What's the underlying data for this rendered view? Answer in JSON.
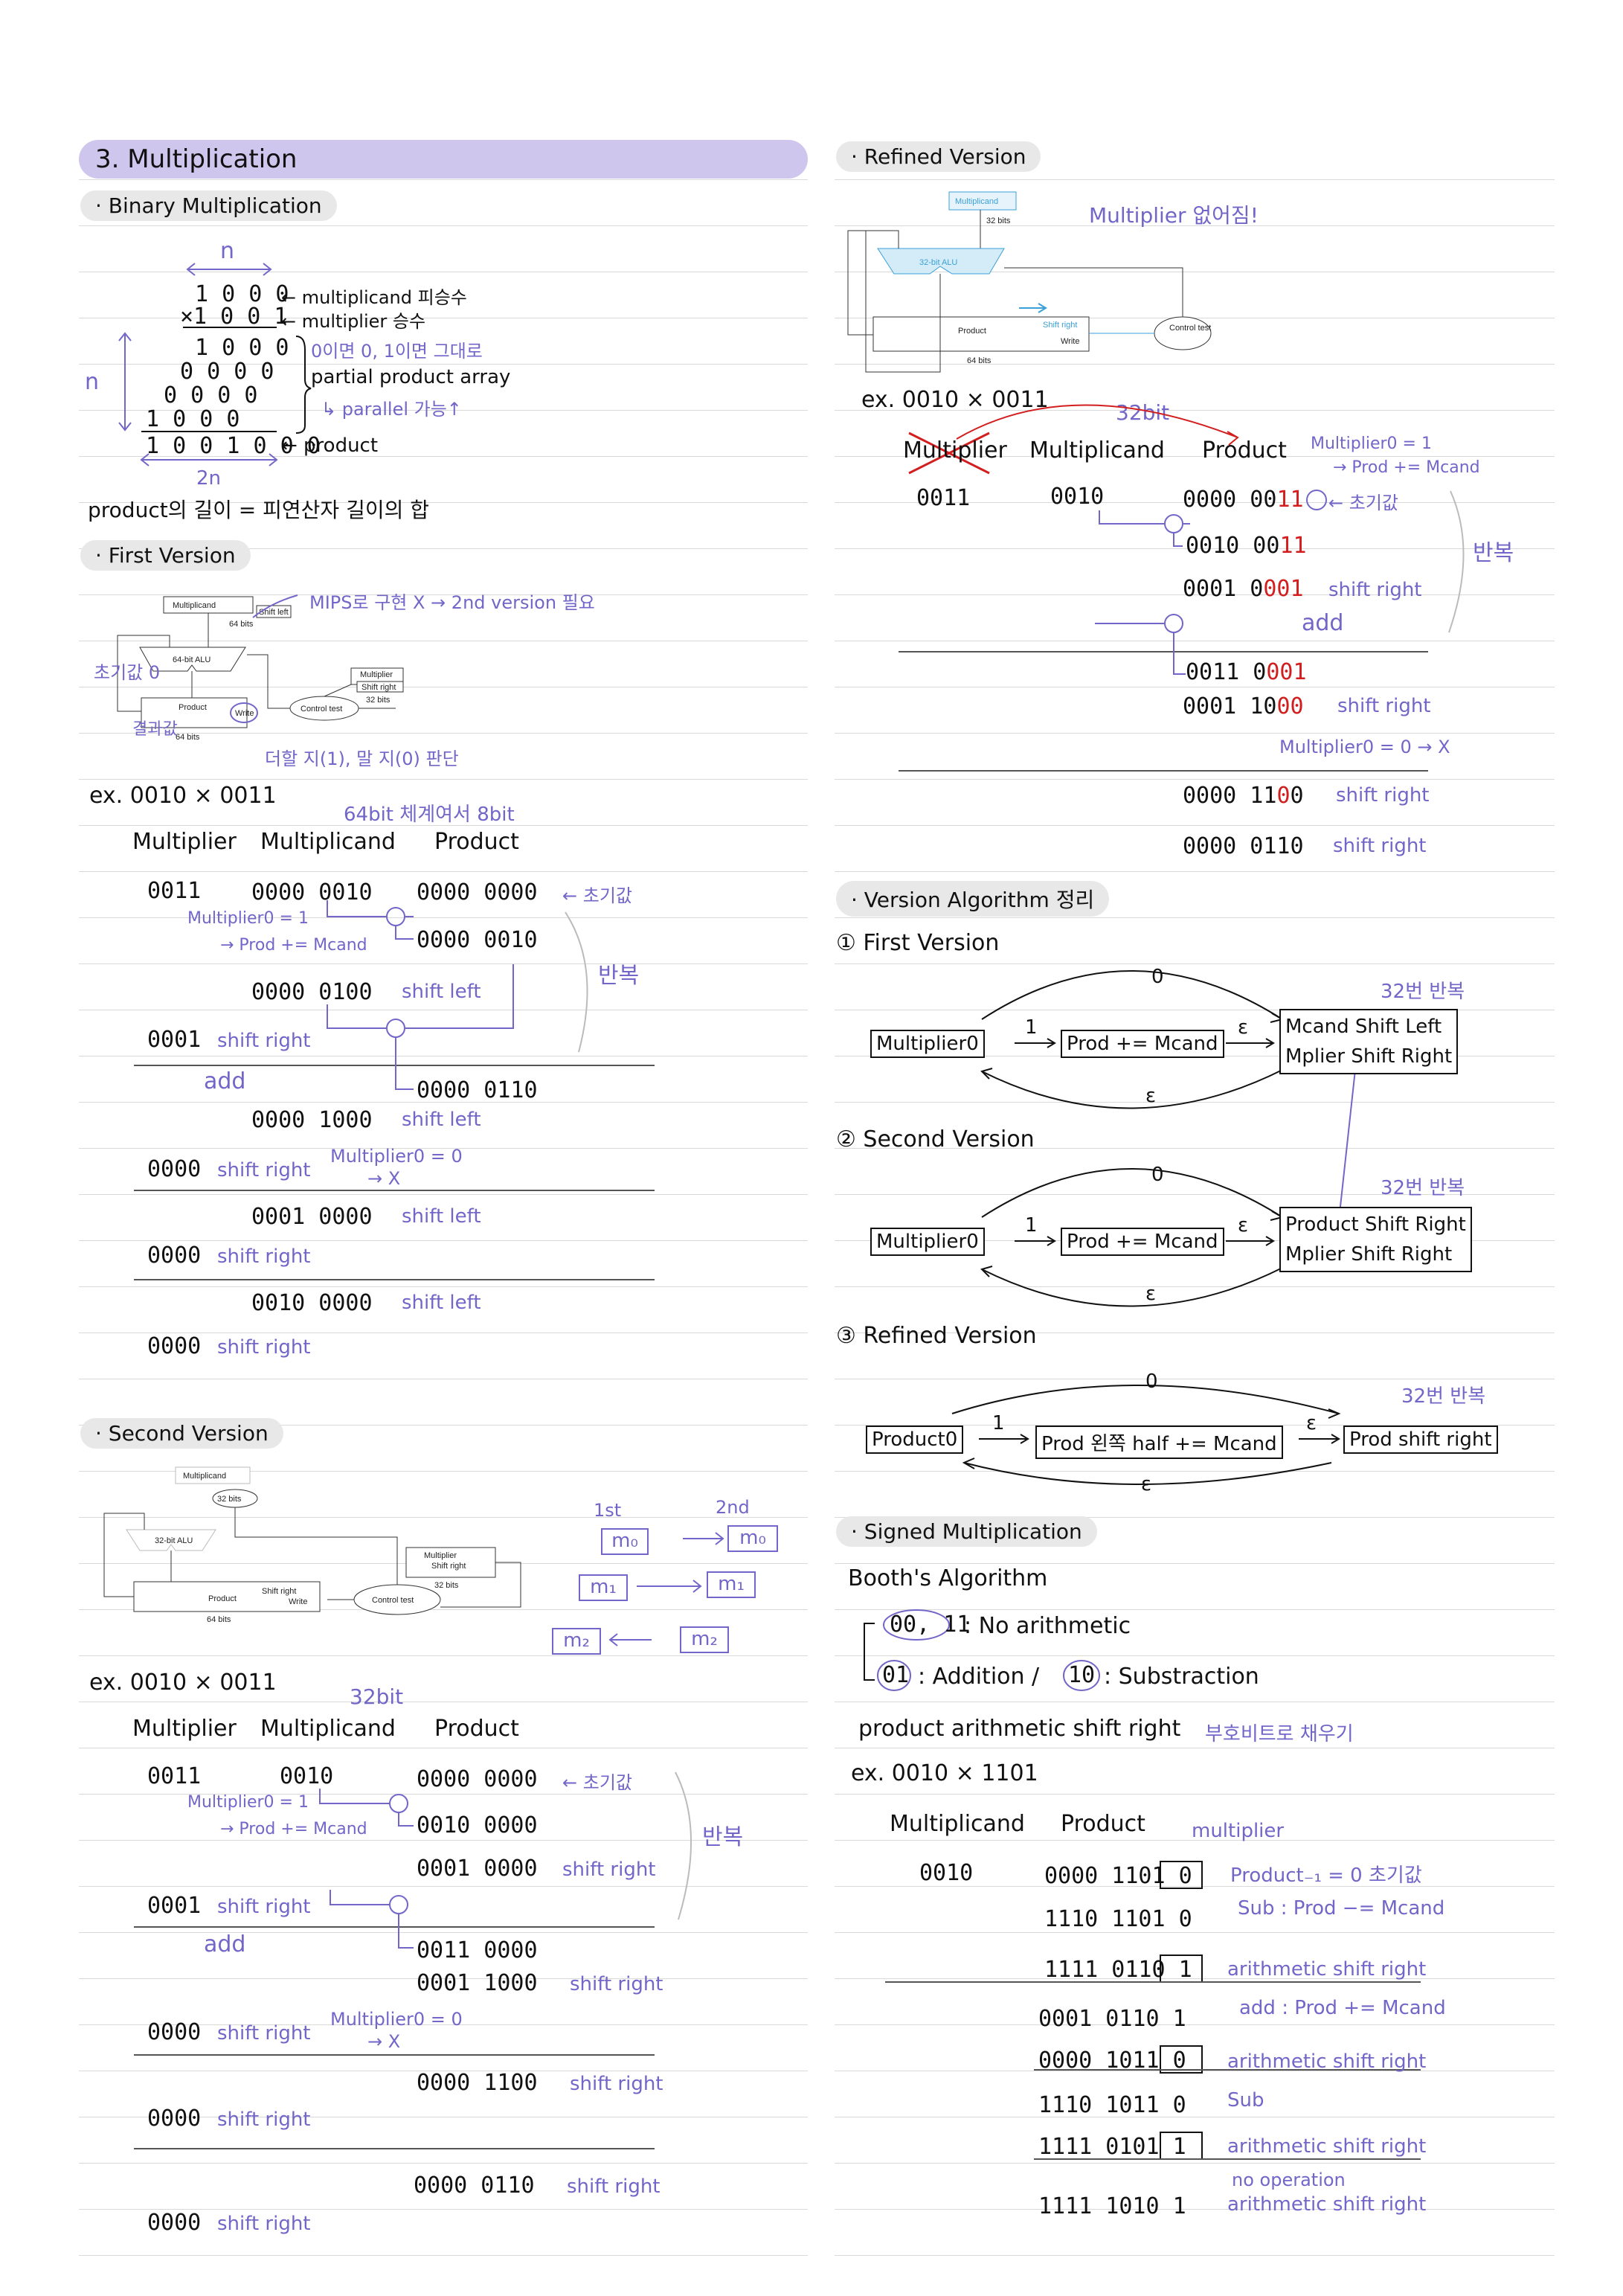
{
  "title": "3. Multiplication",
  "binary": {
    "heading": "· Binary Multiplication",
    "n_top": "n",
    "n_left": "n",
    "two_n": "2n",
    "row1": "1 0 0 0",
    "row1_note": "← multiplicand 피승수",
    "row2": "×1 0 0 1",
    "row2_note": "← multiplier 승수",
    "row3": "1 0 0 0",
    "row3_note": "0이면 0, 1이면 그대로",
    "row4": "0 0 0 0",
    "row4_note": "partial product array",
    "row5": "0 0 0 0",
    "row5_note": "↳ parallel 가능↑",
    "row6": "1 0 0 0",
    "row7": "1 0 0 1 0 0 0",
    "row7_note": "← product",
    "length_note": "product의 길이 = 피연산자 길이의 합"
  },
  "first": {
    "heading": "· First Version",
    "mips_note": "MIPS로 구현 X → 2nd version 필요",
    "init_note": "초기값 0",
    "result_note": "결과값",
    "decide_note": "더할 지(1), 말 지(0) 판단",
    "diagram": {
      "multiplicand": "Multiplicand",
      "shift_left": "Shift left",
      "bits64a": "64 bits",
      "alu": "64-bit ALU",
      "multiplier": "Multiplier",
      "shift_right": "Shift right",
      "bits32": "32 bits",
      "product": "Product",
      "write": "Write",
      "control": "Control test",
      "bits64b": "64 bits"
    },
    "ex": "ex. 0010 × 0011",
    "bit_note": "64bit 체계여서 8bit",
    "col_multiplier": "Multiplier",
    "col_multiplicand": "Multiplicand",
    "col_product": "Product",
    "l1_a": "0011",
    "l1_b": "0000 0010",
    "l1_c": "0000 0000",
    "l1_note": "← 초기값",
    "n1": "Multiplier0 = 1",
    "n2": "→ Prod += Mcand",
    "l2_c": "0000 0010",
    "repeat": "반복",
    "l3_b": "0000 0100",
    "l3_note": "shift left",
    "l4_a": "0001",
    "l4_note": "shift right",
    "add": "add",
    "l5_c": "0000 0110",
    "l6_b": "0000 1000",
    "l6_note": "shift left",
    "l7_a": "0000",
    "l7_note": "shift right",
    "l7_n1": "Multiplier0 = 0",
    "l7_n2": "→ X",
    "l8_b": "0001 0000",
    "l8_note": "shift left",
    "l9_a": "0000",
    "l9_note": "shift right",
    "l10_b": "0010 0000",
    "l10_note": "shift left",
    "l11_a": "0000",
    "l11_note": "shift right"
  },
  "second": {
    "heading": "· Second Version",
    "diagram": {
      "multiplicand": "Multiplicand",
      "bits32a": "32 bits",
      "alu": "32-bit ALU",
      "multiplier": "Multiplier",
      "shift_right_m": "Shift right",
      "bits32b": "32 bits",
      "product": "Product",
      "shift_right": "Shift right",
      "write": "Write",
      "control": "Control test",
      "bits64": "64 bits"
    },
    "first_lbl": "1st",
    "second_lbl": "2nd",
    "m0": "m₀",
    "m1": "m₁",
    "m2": "m₂",
    "ex": "ex. 0010 × 0011",
    "bit_note": "32bit",
    "col_multiplier": "Multiplier",
    "col_multiplicand": "Multiplicand",
    "col_product": "Product",
    "l1_a": "0011",
    "l1_b": "0010",
    "l1_c": "0000 0000",
    "l1_note": "← 초기값",
    "n1": "Multiplier0 = 1",
    "n2": "→ Prod += Mcand",
    "l2_c": "0010 0000",
    "repeat": "반복",
    "l3_c": "0001 0000",
    "l3_note": "shift right",
    "l4_a": "0001",
    "l4_note": "shift right",
    "add": "add",
    "l5_c": "0011 0000",
    "l6_c": "0001 1000",
    "l6_note": "shift right",
    "l7_a": "0000",
    "l7_note": "shift right",
    "l7_n1": "Multiplier0 = 0",
    "l7_n2": "→ X",
    "l8_c": "0000 1100",
    "l8_note": "shift right",
    "l9_a": "0000",
    "l9_note": "shift right",
    "l10_c": "0000 0110",
    "l10_note": "shift right",
    "l11_a": "0000",
    "l11_note": "shift right"
  },
  "refined": {
    "heading": "· Refined Version",
    "note": "Multiplier 없어짐!",
    "diagram": {
      "multiplicand": "Multiplicand",
      "bits32": "32 bits",
      "alu": "32-bit ALU",
      "product": "Product",
      "shift_right": "Shift right",
      "write": "Write",
      "control": "Control test",
      "bits64": "64 bits"
    },
    "ex": "ex. 0010 × 0011",
    "bit_note": "32bit",
    "col_multiplier": "Multiplier",
    "col_multiplicand": "Multiplicand",
    "col_product": "Product",
    "n1": "Multiplier0 = 1",
    "n2": "→ Prod += Mcand",
    "l1_a": "0011",
    "l1_b": "0010",
    "l1_c": "0000 00",
    "l1_cr": "11",
    "l1_note": "← 초기값",
    "repeat": "반복",
    "l2_c": "0010 00",
    "l2_cr": "11",
    "l3_c": "0001 0",
    "l3_cr": "001",
    "l3_note": "shift right",
    "add": "add",
    "l4_c": "0011 0",
    "l4_cr": "001",
    "l5_c": "0001 10",
    "l5_cr": "00",
    "l5_note": "shift right",
    "l5_n": "Multiplier0 = 0 → X",
    "l6_c": "0000 11",
    "l6_cr": "0",
    "l6_c2": "0",
    "l6_note": "shift right",
    "l7_c": "0000 0110",
    "l7_note": "shift right"
  },
  "algo": {
    "heading": "· Version Algorithm 정리",
    "v1": "① First Version",
    "v2": "② Second Version",
    "v3": "③ Refined Version",
    "zero": "0",
    "one": "1",
    "eps": "ε",
    "v1_a": "Multiplier0",
    "v1_b": "Prod += Mcand",
    "v1_c1": "Mcand  Shift Left",
    "v1_c2": "Mplier  Shift Right",
    "v1_rep": "32번 반복",
    "v2_a": "Multiplier0",
    "v2_b": "Prod += Mcand",
    "v2_c1": "Product  Shift Right",
    "v2_c2": "Mplier  Shift Right",
    "v2_rep": "32번 반복",
    "v3_a": "Product0",
    "v3_b": "Prod 왼쪽 half += Mcand",
    "v3_c": "Prod shift right",
    "v3_rep": "32번 반복"
  },
  "signed": {
    "heading": "· Signed Multiplication",
    "booth": "Booth's Algorithm",
    "c1": "00, 11",
    "c1_t": ": No arithmetic",
    "c2": "01",
    "c2_t": ": Addition /",
    "c3": "10",
    "c3_t": ": Substraction",
    "asr": "product arithmetic shift right",
    "asr_note": "부호비트로 채우기",
    "ex": "ex. 0010 × 1101",
    "col_mcand": "Multiplicand",
    "col_product": "Product",
    "multiplier_lbl": "multiplier",
    "mcand": "0010",
    "r1": "0000 1101 0",
    "r1_note": "Product₋₁ = 0 초기값",
    "r1_sub": "Sub : Prod −= Mcand",
    "r2": "1110 1101 0",
    "r3": "1111 0110 1",
    "r3_note": "arithmetic shift right",
    "r3_add": "add : Prod += Mcand",
    "r4": "0001 0110 1",
    "r5": "0000 1011 0",
    "r5_note": "arithmetic shift right",
    "r5_sub": "Sub",
    "r6": "1110 1011 0",
    "r7": "1111 0101 1",
    "r7_note": "arithmetic shift right",
    "r7_noop": "no operation",
    "r8": "1111 1010 1",
    "r8_note": "arithmetic shift right"
  }
}
